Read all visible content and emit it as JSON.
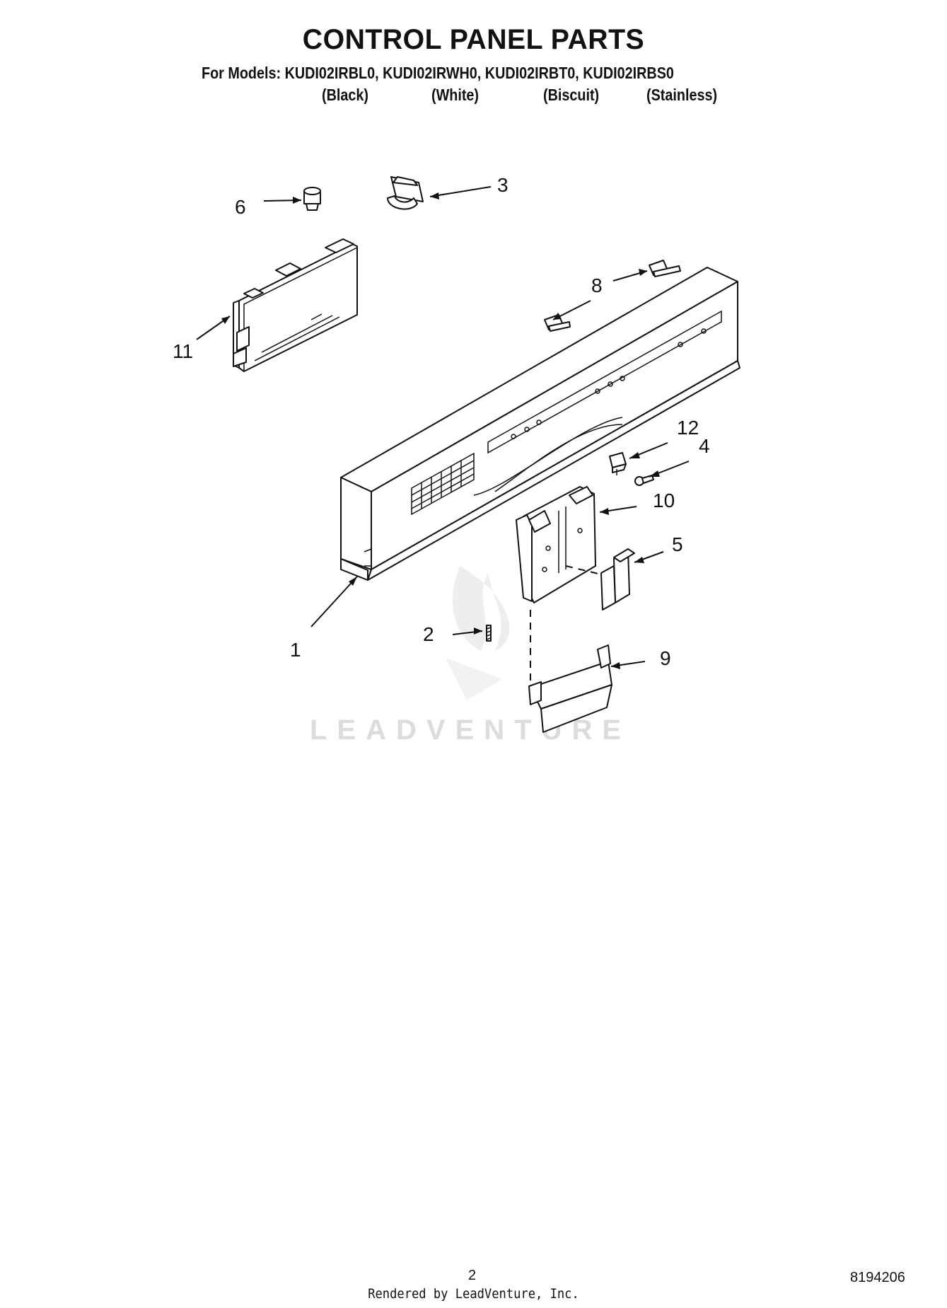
{
  "header": {
    "title": "CONTROL PANEL PARTS",
    "models_line": "For Models: KUDI02IRBL0, KUDI02IRWH0, KUDI02IRBT0, KUDI02IRBS0",
    "variants": [
      "(Black)",
      "(White)",
      "(Biscuit)",
      "(Stainless)"
    ]
  },
  "callouts": {
    "c1": "1",
    "c2": "2",
    "c3": "3",
    "c4": "4",
    "c5": "5",
    "c6": "6",
    "c8": "8",
    "c9": "9",
    "c10": "10",
    "c11": "11",
    "c12": "12"
  },
  "watermark": "LEADVENTURE",
  "footer": {
    "page_number": "2",
    "doc_id": "8194206",
    "rendered_by": "Rendered by LeadVenture, Inc."
  }
}
